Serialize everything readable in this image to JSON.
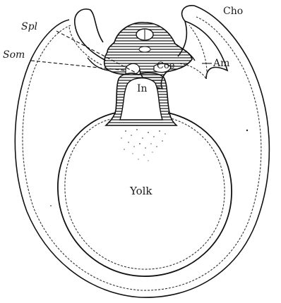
{
  "labels": {
    "spl": "Spl",
    "som": "Som",
    "cho": "Cho",
    "am": "Am",
    "coe": "Coe",
    "in": "In",
    "yolk": "Yolk"
  }
}
